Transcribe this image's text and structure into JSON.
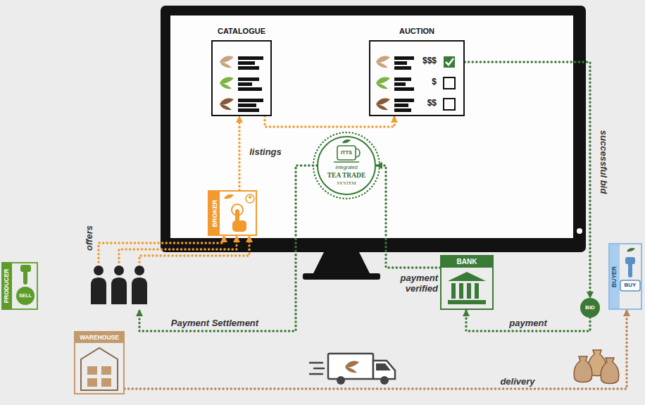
{
  "diagram": {
    "nodes": [
      {
        "text": [
          "CATALOGUE"
        ]
      },
      {
        "text": [
          "AUCTION",
          "$$$",
          "$",
          "$$"
        ]
      },
      {
        "text": [
          "BROKER"
        ]
      },
      {
        "text": [
          "ITTS",
          "integrated",
          "TEA TRADE",
          "SYSTEM"
        ]
      },
      {
        "text": [
          "PRODUCER",
          "SELL"
        ]
      },
      {
        "text": [
          "BANK"
        ]
      },
      {
        "text": [
          "BID"
        ]
      },
      {
        "text": [
          "BUYER",
          "BUY"
        ]
      },
      {
        "text": [
          "WAREHOUSE"
        ]
      }
    ],
    "edges": [
      {
        "from": 4,
        "to": 2,
        "arrow": "to",
        "label": "offers"
      },
      {
        "from": 4,
        "to": 2,
        "arrow": "to"
      },
      {
        "from": 4,
        "to": 2,
        "arrow": "to"
      },
      {
        "from": 2,
        "to": 0,
        "arrow": "to",
        "label": "listings"
      },
      {
        "from": 0,
        "to": 1,
        "arrow": "to"
      },
      {
        "from": 1,
        "to": 6,
        "arrow": "to",
        "label": "successful bid"
      },
      {
        "from": 6,
        "to": 5,
        "arrow": "to",
        "label": "payment"
      },
      {
        "from": 5,
        "to": 3,
        "arrow": "to",
        "label": "payment verified"
      },
      {
        "from": 3,
        "to": 4,
        "arrow": "to",
        "label": "Payment Settlement"
      },
      {
        "from": 8,
        "to": 7,
        "arrow": "to",
        "label": "delivery"
      }
    ]
  }
}
